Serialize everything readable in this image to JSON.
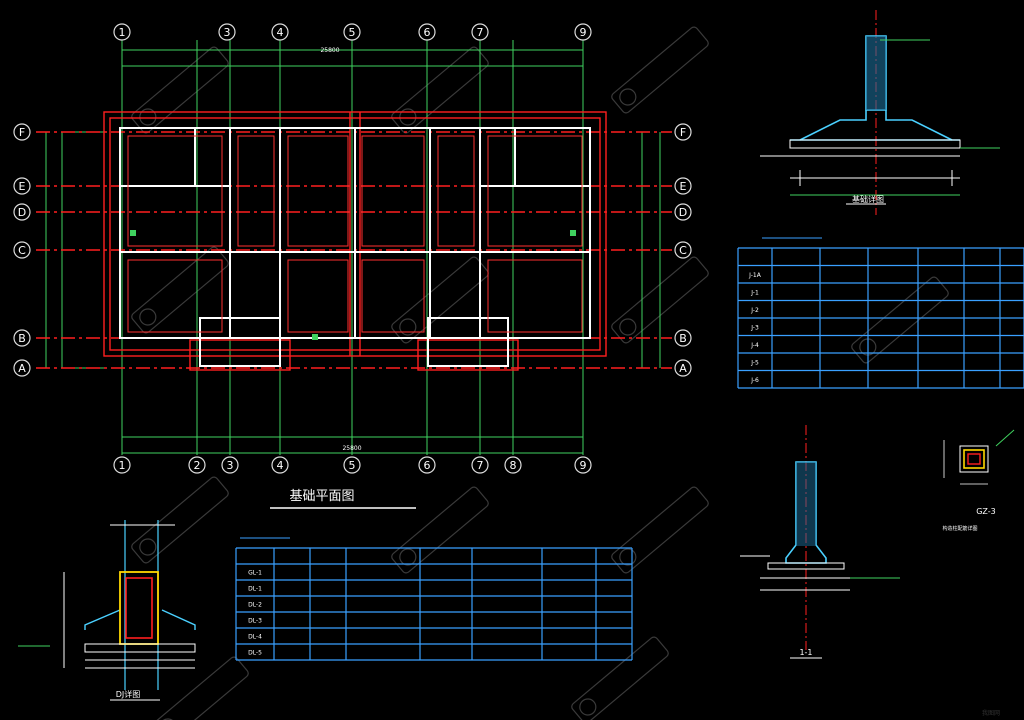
{
  "colors": {
    "background": "#000000",
    "axis_red": "#ff1f1f",
    "dim_green": "#3fd25f",
    "wall_white": "#ffffff",
    "table_blue": "#3aa0ff",
    "detail_cyan": "#4ad0ff",
    "column_yellow": "#ffd800",
    "bubble": "#dddddd"
  },
  "plan": {
    "title": "基础平面图",
    "top_axes": [
      "1",
      "3",
      "4",
      "5",
      "6",
      "7",
      "9"
    ],
    "bottom_axes": [
      "1",
      "2",
      "3",
      "4",
      "5",
      "6",
      "7",
      "8",
      "9"
    ],
    "side_axes": [
      "F",
      "E",
      "D",
      "C",
      "B",
      "A"
    ],
    "overall_width": "25800",
    "bottom_overall": "25800"
  },
  "detail_top_right": {
    "title": "基础详图",
    "table_rows": [
      "J-1A",
      "J-1",
      "J-2",
      "J-3",
      "J-4",
      "J-5",
      "J-6"
    ]
  },
  "detail_left": {
    "title": "DJ详图"
  },
  "detail_section": {
    "label": "1-1"
  },
  "detail_gz": {
    "label": "GZ-3",
    "caption": "构造柱配筋详图"
  },
  "table_bottom": {
    "rows": [
      "GL-1",
      "DL-1",
      "DL-2",
      "DL-3",
      "DL-4",
      "DL-5"
    ]
  },
  "watermark": {
    "text": "我图网"
  }
}
